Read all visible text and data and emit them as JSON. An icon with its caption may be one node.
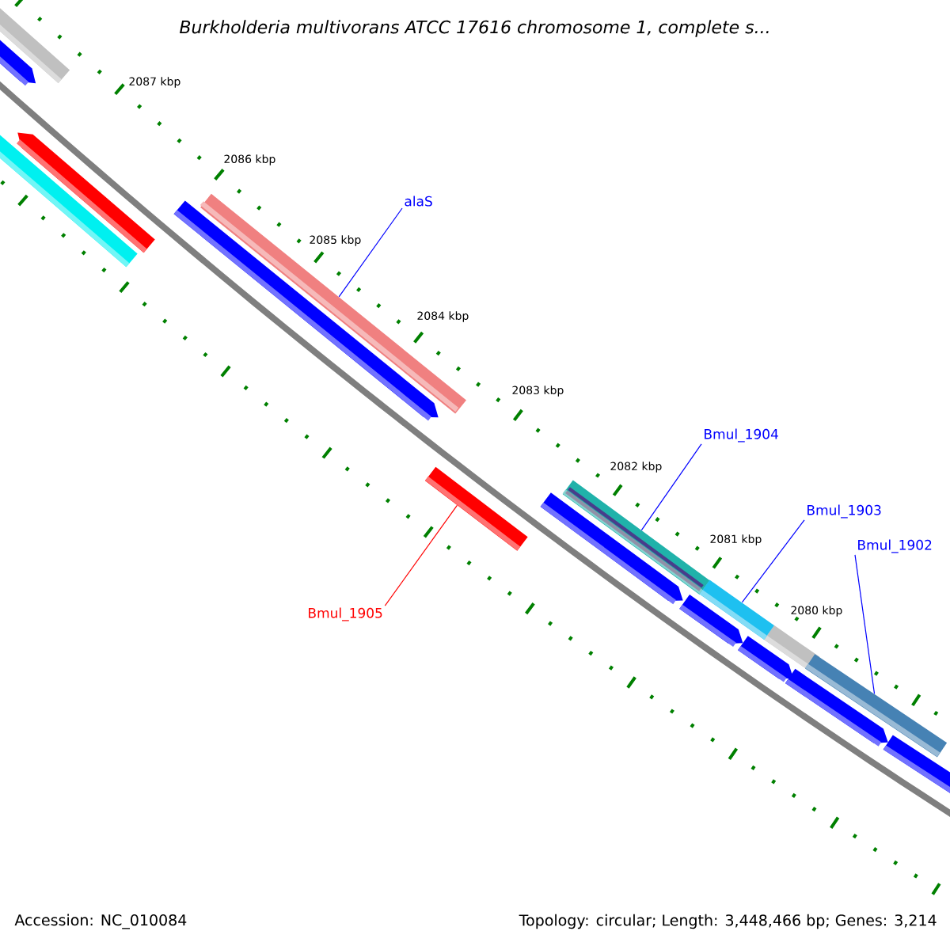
{
  "diagram": {
    "title": "Burkholderia multivorans ATCC 17616 chromosome 1, complete s...",
    "nodes": [
      {
        "text": [
          "alaS"
        ]
      },
      {
        "text": [
          "Bmul_1904"
        ]
      },
      {
        "text": [
          "Bmul_1903"
        ]
      },
      {
        "text": [
          "Bmul_1902"
        ]
      },
      {
        "text": [
          "Bmul_1905"
        ]
      },
      {
        "text": [],
        "shape": "bar"
      },
      {
        "text": [],
        "shape": "bar"
      },
      {
        "text": [],
        "shape": "bar"
      },
      {
        "text": [],
        "shape": "bar"
      },
      {
        "text": [],
        "shape": "bar"
      }
    ],
    "edges": [
      {
        "from": 0,
        "to": 5,
        "arrow": "none"
      },
      {
        "from": 1,
        "to": 6,
        "arrow": "none"
      },
      {
        "from": 2,
        "to": 7,
        "arrow": "none"
      },
      {
        "from": 3,
        "to": 8,
        "arrow": "none"
      },
      {
        "from": 4,
        "to": 9,
        "arrow": "none",
        "color": "#ff0000"
      }
    ],
    "labels": [
      "2087 kbp",
      "2086 kbp",
      "2085 kbp",
      "2084 kbp",
      "2083 kbp",
      "2082 kbp",
      "2081 kbp",
      "2080 kbp",
      "Accession: NC_010084",
      "Topology: circular; Length: 3,448,466 bp; Genes: 3,214"
    ]
  }
}
